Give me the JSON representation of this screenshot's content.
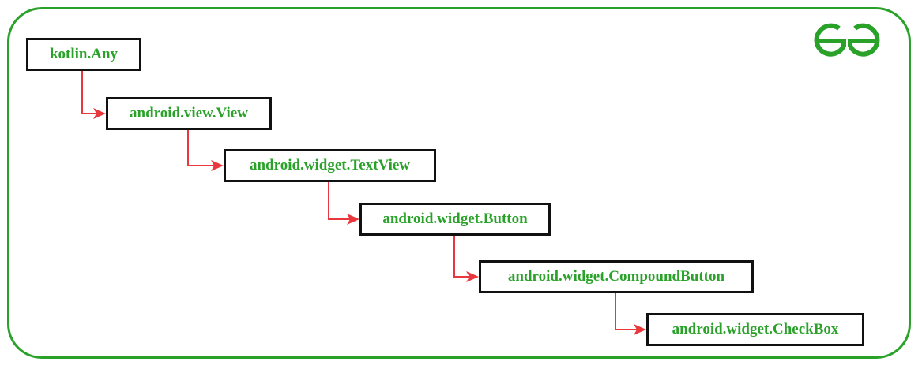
{
  "colors": {
    "frame": "#2aa22a",
    "text": "#2aa22a",
    "box_border": "#111111",
    "connector": "#e8383d"
  },
  "logo": {
    "icon": "geeksforgeeks-logo-icon"
  },
  "nodes": [
    {
      "id": "kotlin-any",
      "label": "kotlin.Any"
    },
    {
      "id": "android-view-view",
      "label": "android.view.View"
    },
    {
      "id": "android-widget-textview",
      "label": "android.widget.TextView"
    },
    {
      "id": "android-widget-button",
      "label": "android.widget.Button"
    },
    {
      "id": "android-widget-compoundbutton",
      "label": "android.widget.CompoundButton"
    },
    {
      "id": "android-widget-checkbox",
      "label": "android.widget.CheckBox"
    }
  ],
  "edges": [
    {
      "from": "kotlin-any",
      "to": "android-view-view"
    },
    {
      "from": "android-view-view",
      "to": "android-widget-textview"
    },
    {
      "from": "android-widget-textview",
      "to": "android-widget-button"
    },
    {
      "from": "android-widget-button",
      "to": "android-widget-compoundbutton"
    },
    {
      "from": "android-widget-compoundbutton",
      "to": "android-widget-checkbox"
    }
  ]
}
